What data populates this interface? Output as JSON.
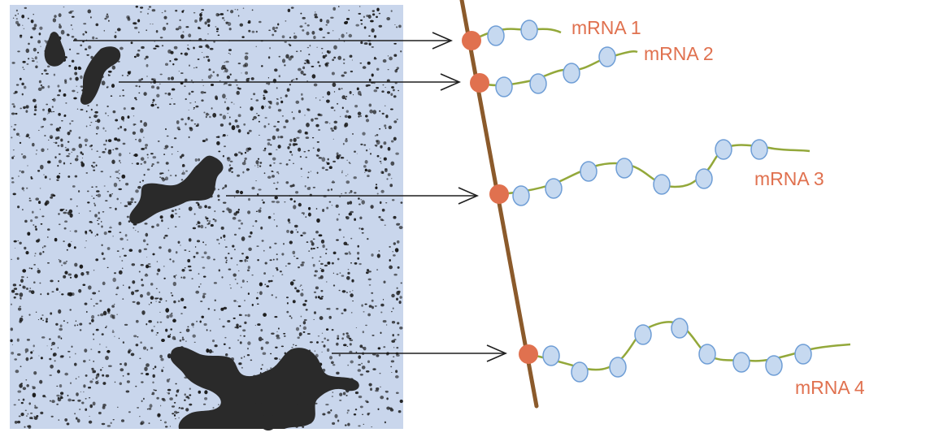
{
  "figure": {
    "micrograph": {
      "background_color": "#c9d6ec",
      "speckle_color": "#1a1a1a"
    },
    "dna_strand": {
      "color": "#8b5a2b"
    },
    "promoter_color": "#e0714f",
    "mrna_color": "#93a83a",
    "ribosome_fill": "#c6d9f0",
    "ribosome_stroke": "#6f9ed6",
    "arrow_color": "#1f1f1f",
    "mrnas": [
      {
        "label": "mRNA 1"
      },
      {
        "label": "mRNA 2"
      },
      {
        "label": "mRNA 3"
      },
      {
        "label": "mRNA 4"
      }
    ]
  }
}
